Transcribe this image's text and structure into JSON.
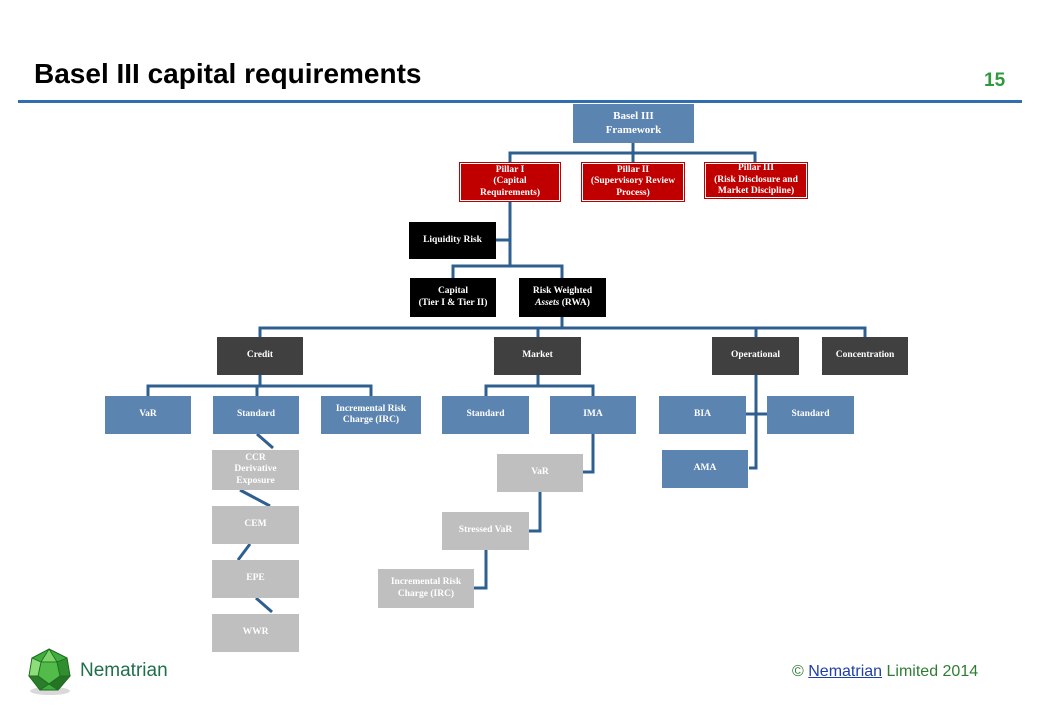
{
  "slide": {
    "title": "Basel III capital requirements",
    "page_number": "15"
  },
  "diagram": {
    "framework": "Basel III\nFramework",
    "pillar1": "Pillar I\n(Capital\nRequirements)",
    "pillar2": "Pillar II\n(Supervisory Review\nProcess)",
    "pillar3": "Pillar III\n(Risk Disclosure and\nMarket Discipline)",
    "liquidity": "Liquidity Risk",
    "capital": "Capital\n(Tier I & Tier II)",
    "rwa_line1": "Risk Weighted",
    "rwa_italic": "Assets",
    "rwa_rest": " (RWA)",
    "credit": "Credit",
    "market": "Market",
    "operational": "Operational",
    "concentration": "Concentration",
    "credit_var": "VaR",
    "credit_standard": "Standard",
    "credit_irc": "Incremental Risk\nCharge (IRC)",
    "market_standard": "Standard",
    "market_ima": "IMA",
    "op_bia": "BIA",
    "op_standard": "Standard",
    "op_ama": "AMA",
    "ccr": "CCR\nDerivative\nExposure",
    "cem": "CEM",
    "epe": "EPE",
    "wwr": "WWR",
    "ima_var": "VaR",
    "ima_stressed": "Stressed VaR",
    "ima_irc": "Incremental Risk\nCharge (IRC)"
  },
  "footer": {
    "brand": "Nematrian",
    "copyright_symbol": "©",
    "link_text": "Nematrian",
    "suffix": " Limited 2014"
  },
  "colors": {
    "blue": "#5b84b1",
    "red": "#c00000",
    "black": "#000000",
    "dark_gray": "#404040",
    "light_gray": "#bfbfbf",
    "connector": "#2f5f8f",
    "accent_green": "#2e9a3c"
  }
}
